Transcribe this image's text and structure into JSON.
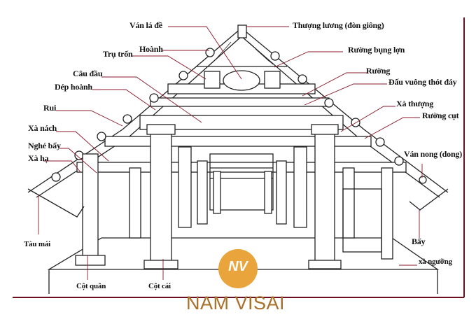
{
  "title": "Kết cấu nhà gỗ truyền thống",
  "labels": {
    "van_la_de": "Ván lá đề",
    "thuong_luong": "Thượng lương (đòn giông)",
    "tru_tron": "Trụ trốn",
    "hoanh": "Hoành",
    "ruong_bung_lon": "Rường bụng lợn",
    "cau_dau": "Câu đầu",
    "ruong": "Rường",
    "dep_hoanh": "Dép hoành",
    "dau_vuong": "Đấu vuông thót đáy",
    "rui": "Rui",
    "xa_thuong": "Xà thượng",
    "ruong_cut": "Rường cụt",
    "xa_nach": "Xà nách",
    "nghe_bay": "Nghé bẩy",
    "xa_ha": "Xà hạ",
    "van_nong": "Ván nong (dong)",
    "tau_mai": "Tàu mái",
    "bay": "Bẩy",
    "xa_nguong": "xà ngưỡng",
    "cot_quan": "Cột quân",
    "cot_cai": "Cột cái"
  },
  "brand": {
    "name": "NAM VISAI",
    "logo_text": "NV",
    "color": "#e9a43c"
  },
  "colors": {
    "leader": "#8b1a2b",
    "ink": "#222222"
  }
}
